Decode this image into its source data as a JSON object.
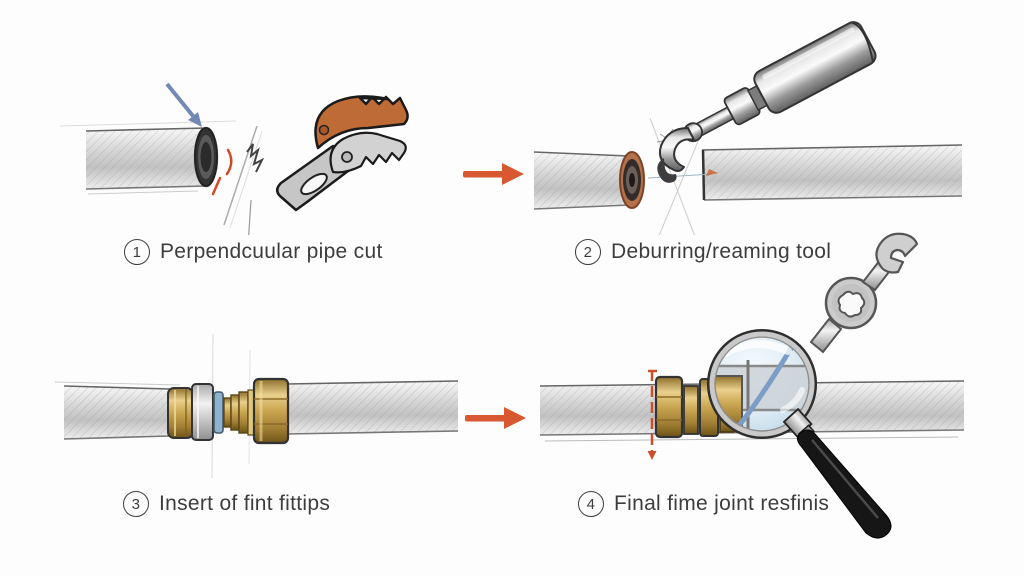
{
  "background": "#fdfdfd",
  "colors": {
    "flow_arrow": "#d85832",
    "marker_red": "#cd4e2b",
    "guide_arrow_blue": "#7289b3",
    "cutter_handle_orange": "#bf6b35",
    "brass_fitting": "#c9a550",
    "copper_rim": "#b5714a",
    "seal_ring_blue": "#8fb3cc",
    "caption_text": "#3d3d3d"
  },
  "panels": [
    {
      "number": "1",
      "caption": "Perpendcuular pipe cut",
      "icon": "pipe-cut-with-cutter-pliers-icon"
    },
    {
      "number": "2",
      "caption": "Deburring/reaming tool",
      "icon": "reaming-tool-at-pipe-end-icon"
    },
    {
      "number": "3",
      "caption": "Insert of fint fittips",
      "icon": "compression-fitting-on-pipe-icon"
    },
    {
      "number": "4",
      "caption": "Final fime joint resfinis",
      "icon": "joint-inspection-magnifier-wrench-icon"
    }
  ],
  "flow_arrows": [
    {
      "from": "1",
      "to": "2",
      "direction": "right"
    },
    {
      "from": "3",
      "to": "4",
      "direction": "right"
    }
  ]
}
